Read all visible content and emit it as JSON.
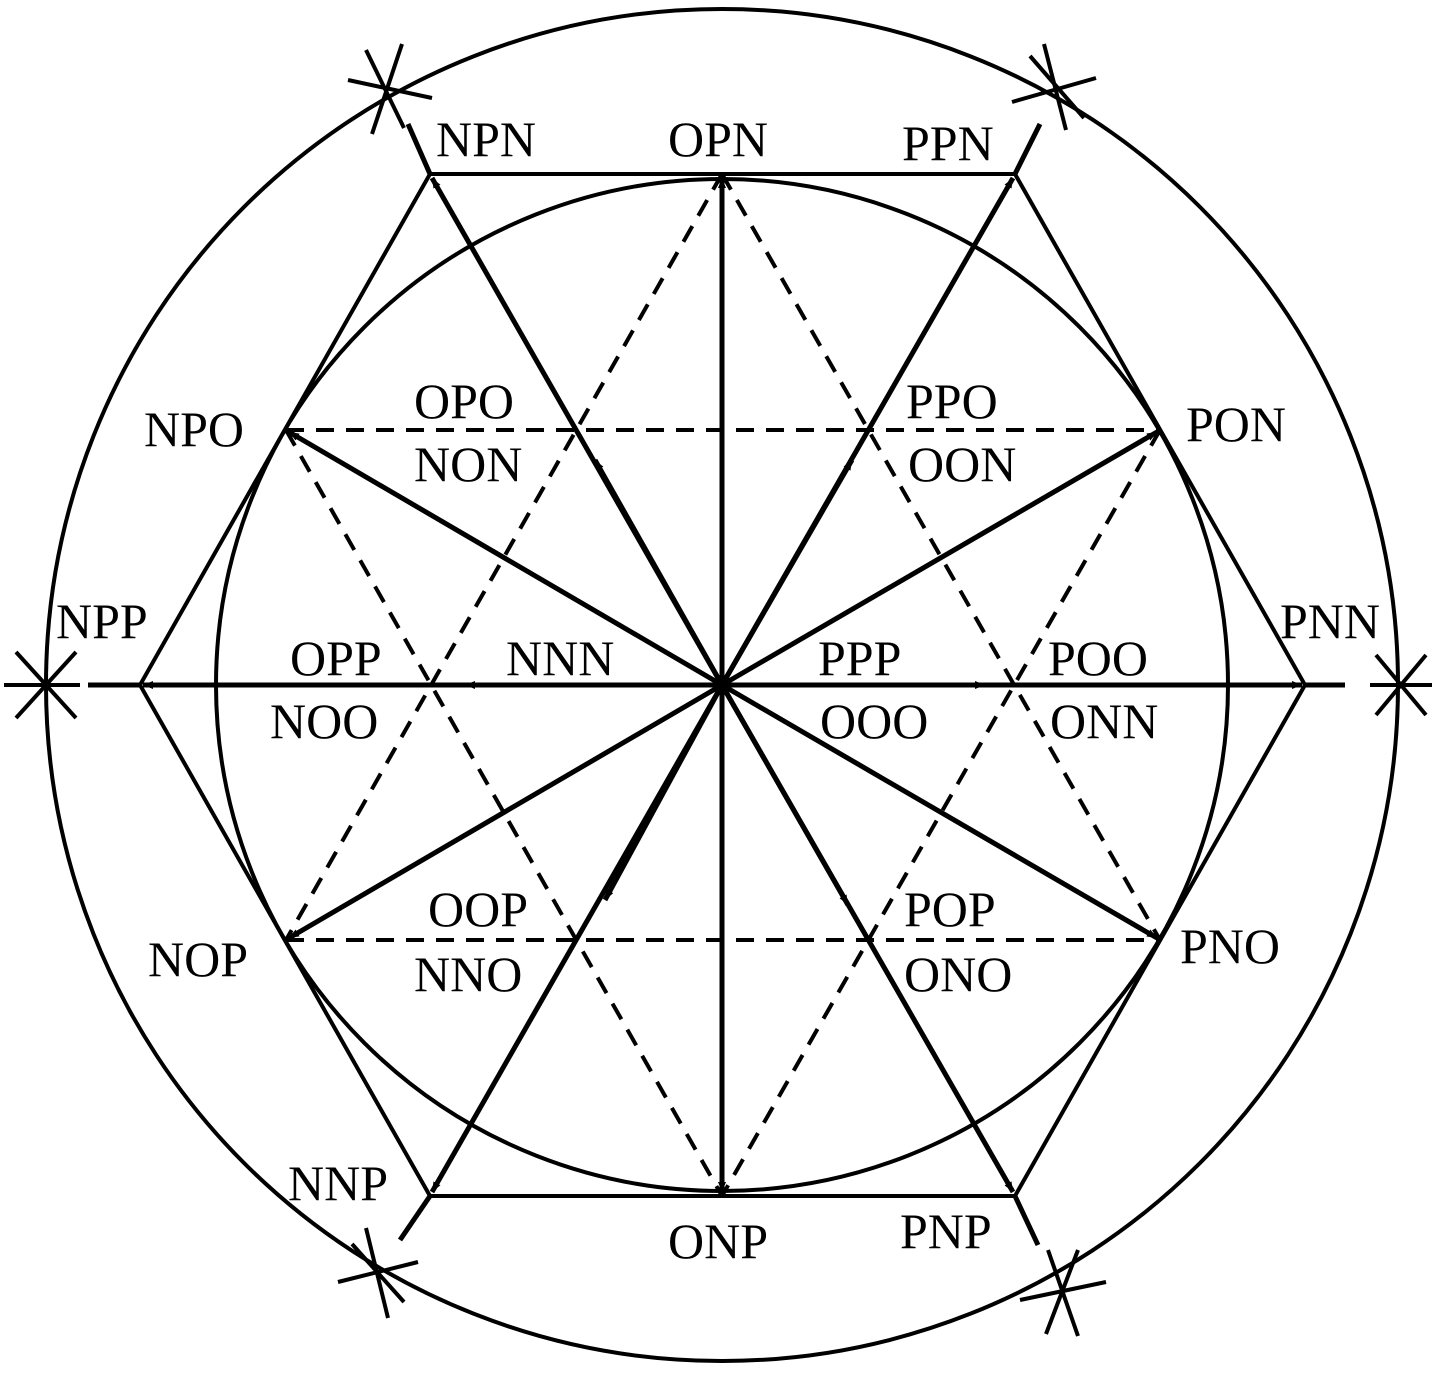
{
  "diagram": {
    "stroke_color": "#000000",
    "background": "#ffffff",
    "vectors": {
      "zero": "NNN",
      "zero_ppp": "PPP",
      "zero_ooo": "OOO",
      "large_0": "PNN",
      "large_60": "PPN",
      "large_120": "NPN",
      "large_180": "NPP",
      "large_240": "NNP",
      "large_300": "PNP",
      "medium_90": "OPN",
      "medium_150": "NPO",
      "medium_210": "NOP",
      "medium_270": "ONP",
      "medium_330": "PNO",
      "medium_30": "PON",
      "small_0_top": "POO",
      "small_0_bottom": "ONN",
      "small_60_top": "PPO",
      "small_60_bottom": "OON",
      "small_120_top": "OPO",
      "small_120_bottom": "NON",
      "small_180_top": "OPP",
      "small_180_bottom": "NOO",
      "small_240_top": "OOP",
      "small_240_bottom": "NNO",
      "small_300_top": "POP",
      "small_300_bottom": "ONO"
    }
  }
}
